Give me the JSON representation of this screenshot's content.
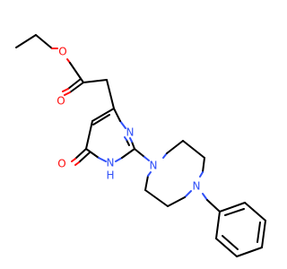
{
  "molecule": {
    "atoms": {
      "o_ester_single": "O",
      "o_ester_carbonyl": "O",
      "o_ring_carbonyl": "O",
      "n_ring_upper": "N",
      "n_ring_lower": "N",
      "h_ring_lower": "H",
      "n_piperazine_left": "N",
      "n_piperazine_right": "N"
    }
  },
  "colors": {
    "carbon": "#000000",
    "oxygen": "#ff0d0d",
    "nitrogen": "#3050f8"
  }
}
